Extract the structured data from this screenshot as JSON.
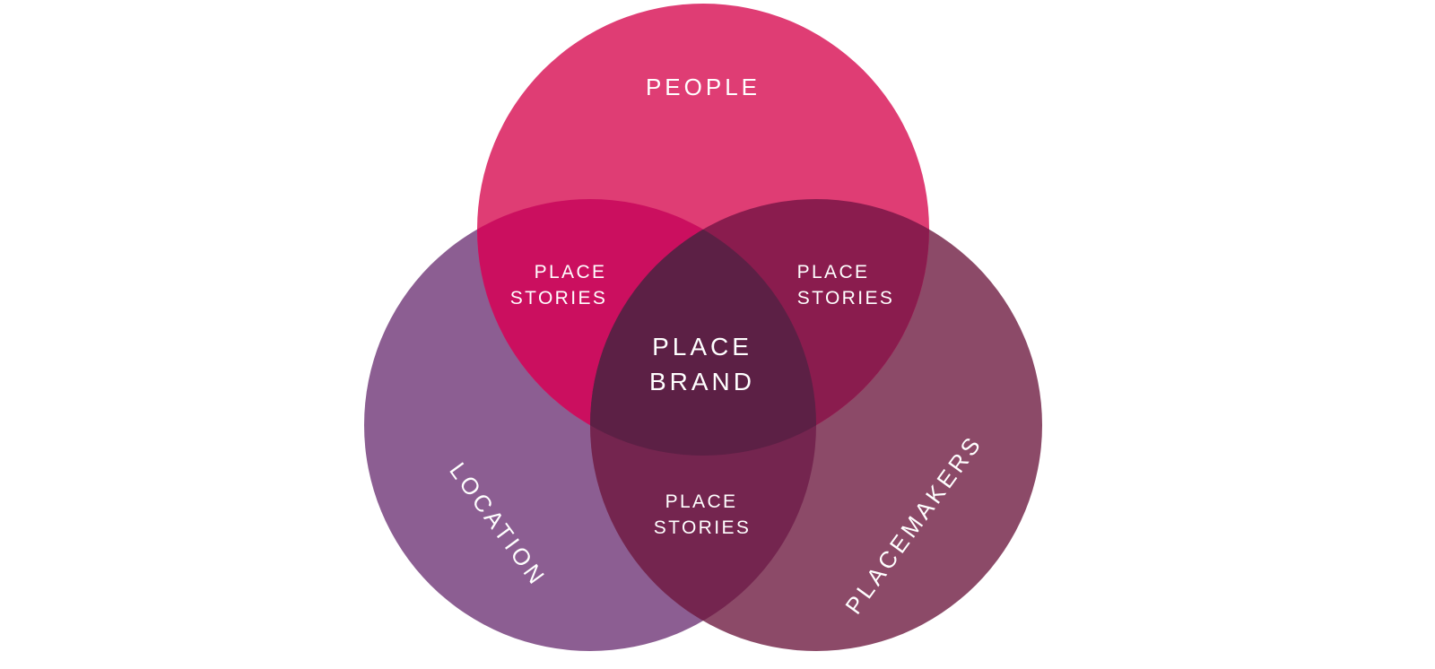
{
  "colors": {
    "background": "#ffffff",
    "people_only": "#df3d74",
    "location_only": "#8c5e92",
    "placemakers_only": "#8c4a68",
    "people_location": "#cb0f5f",
    "people_placemakers": "#8a1c4e",
    "location_placemakers": "#74254f",
    "center": "#5c2045",
    "text": "#ffffff"
  },
  "sets": {
    "people": "PEOPLE",
    "location": "LOCATION",
    "placemakers": "PLACEMAKERS"
  },
  "overlaps": {
    "people_location": [
      "PLACE",
      "STORIES"
    ],
    "people_placemakers": [
      "PLACE",
      "STORIES"
    ],
    "location_placemakers": [
      "PLACE",
      "STORIES"
    ],
    "center": [
      "PLACE",
      "BRAND"
    ]
  }
}
